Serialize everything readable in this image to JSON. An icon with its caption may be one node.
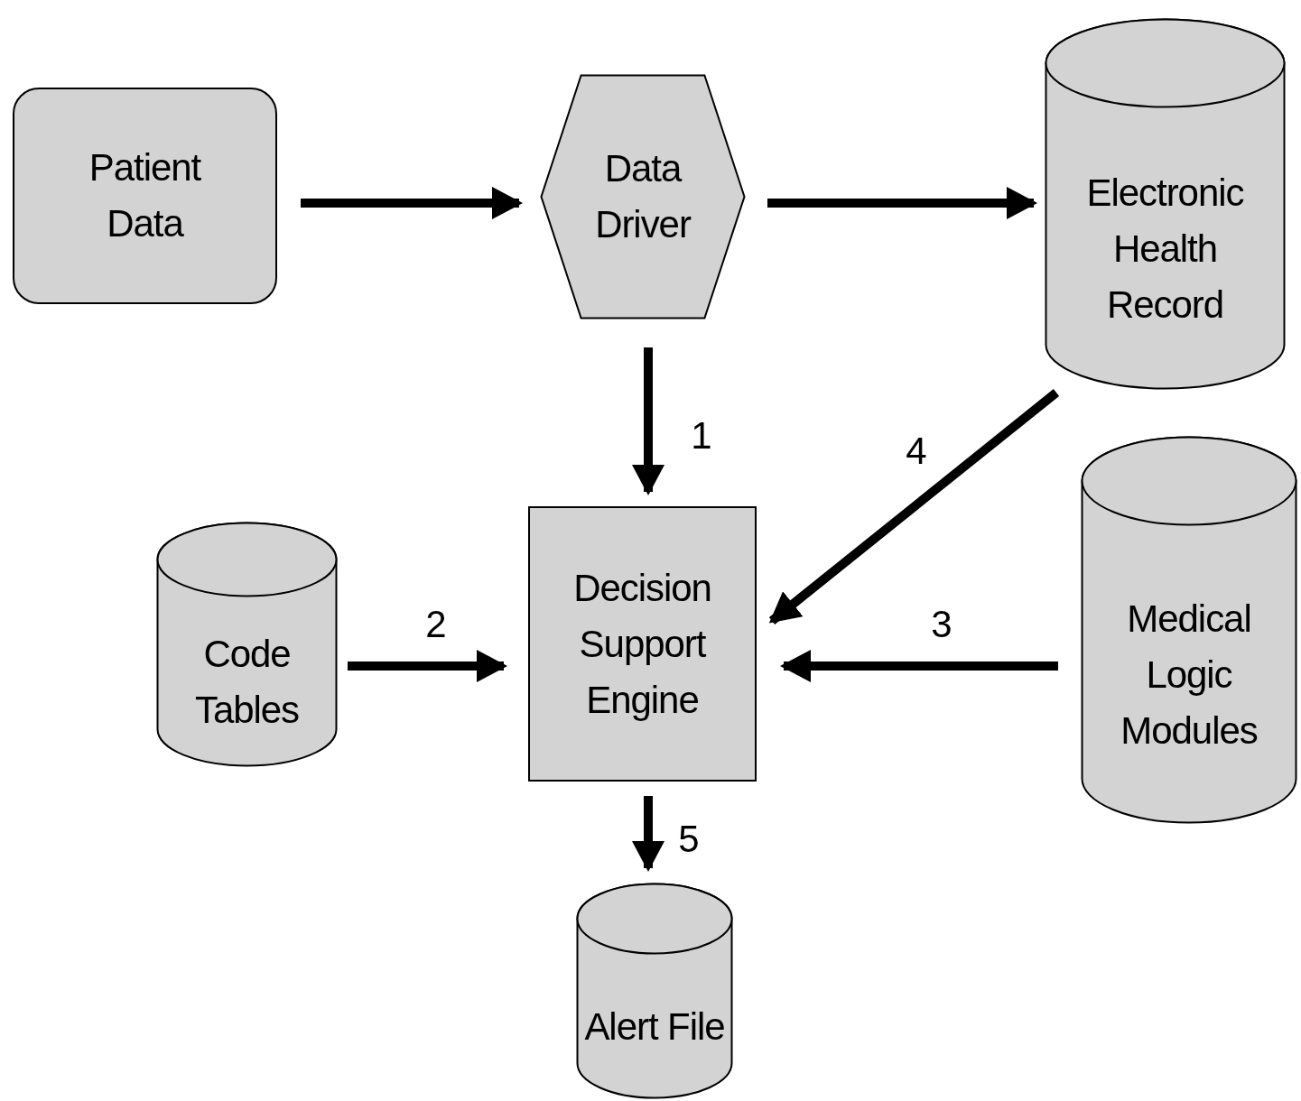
{
  "diagram": {
    "nodes": [
      {
        "text": [
          "Patient Data"
        ]
      },
      {
        "text": [
          "Data Driver"
        ]
      },
      {
        "text": [
          "Electronic Health Record"
        ]
      },
      {
        "text": [
          "Code Tables"
        ]
      },
      {
        "text": [
          "Decision Support Engine"
        ]
      },
      {
        "text": [
          "Medical Logic Modules"
        ]
      },
      {
        "text": [
          "Alert File"
        ]
      }
    ],
    "edges": [
      {
        "from": 0,
        "to": 1,
        "arrow": "to"
      },
      {
        "from": 1,
        "to": 2,
        "arrow": "to"
      },
      {
        "from": 1,
        "to": 4,
        "arrow": "to",
        "label": "1"
      },
      {
        "from": 3,
        "to": 4,
        "arrow": "to",
        "label": "2"
      },
      {
        "from": 5,
        "to": 4,
        "arrow": "to",
        "label": "3"
      },
      {
        "from": 2,
        "to": 4,
        "arrow": "to",
        "label": "4"
      },
      {
        "from": 4,
        "to": 6,
        "arrow": "to",
        "label": "5"
      }
    ]
  }
}
